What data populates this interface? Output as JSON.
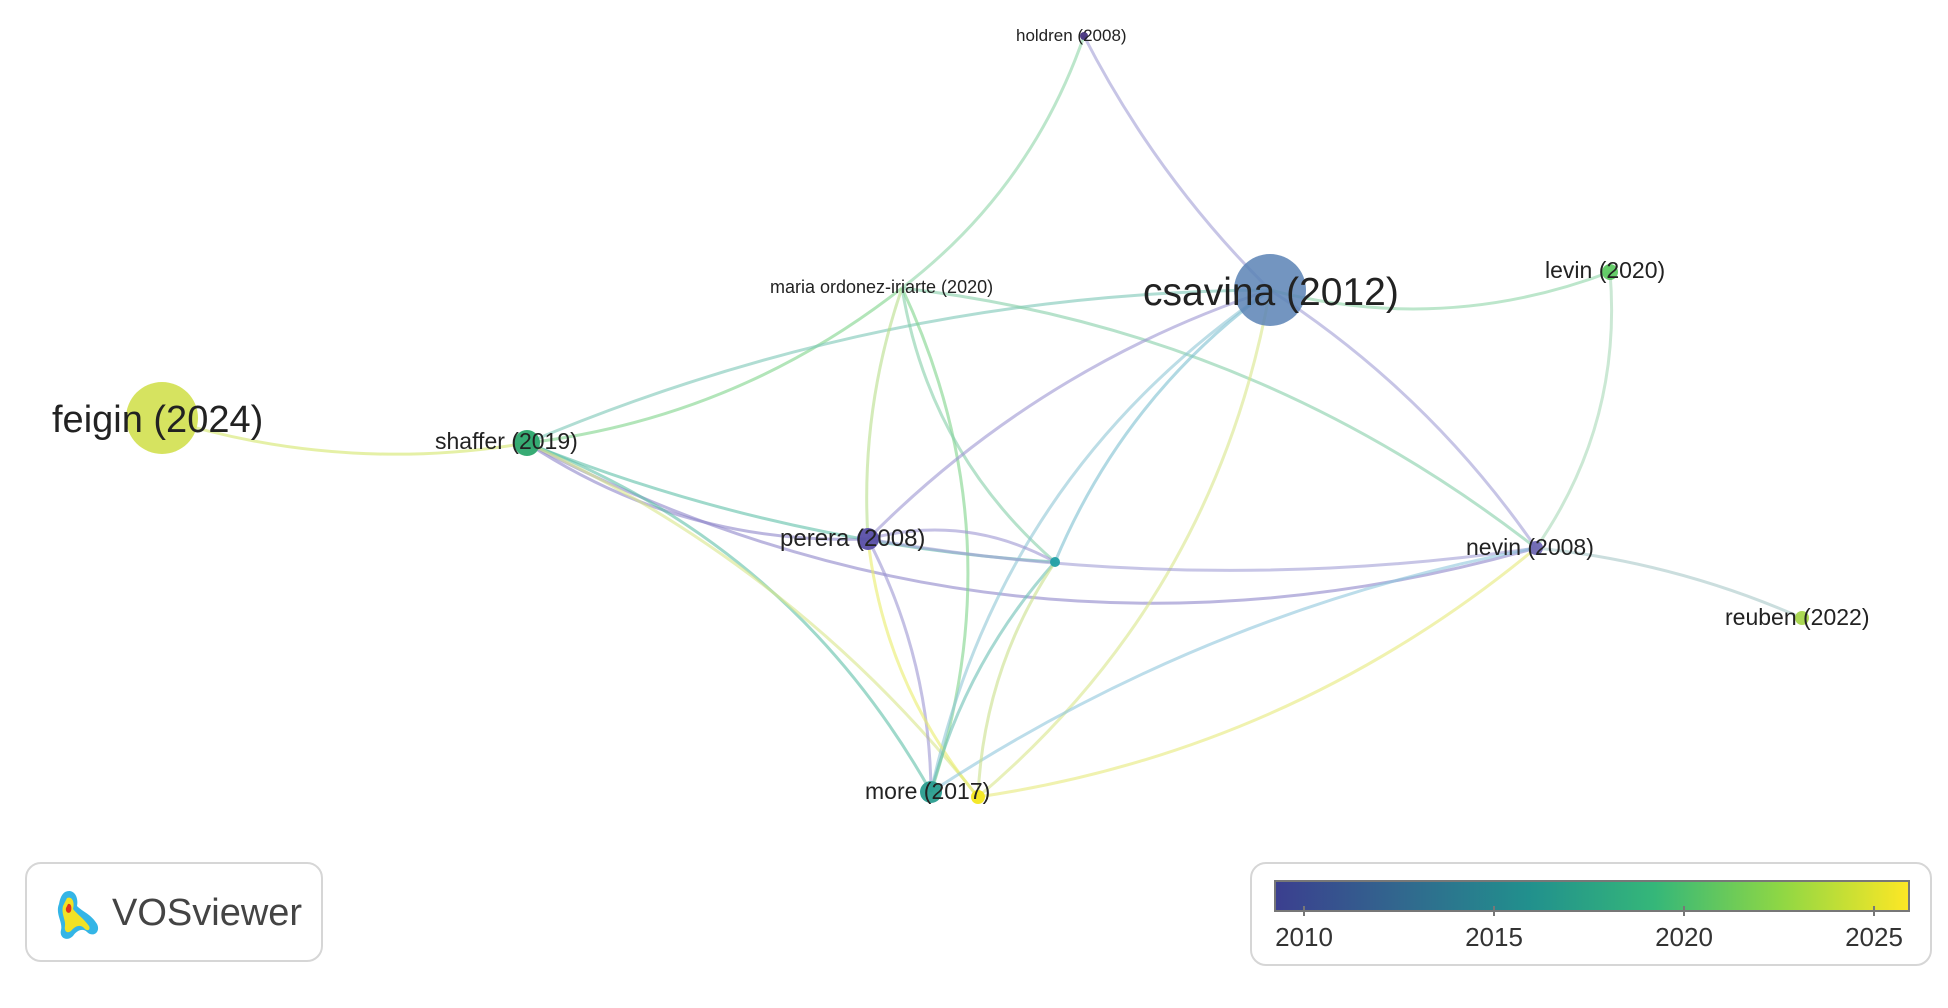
{
  "nodes": [
    {
      "id": "holdren",
      "label": "holdren (2008)",
      "year": 2008,
      "color": "#46337e"
    },
    {
      "id": "csavina",
      "label": "csavina (2012)",
      "year": 2012,
      "color": "#5b82b5"
    },
    {
      "id": "maria",
      "label": "maria ordonez-iriarte (2020)",
      "year": 2020,
      "color": "#5ec962"
    },
    {
      "id": "levin",
      "label": "levin (2020)",
      "year": 2020,
      "color": "#5ec962"
    },
    {
      "id": "feigin",
      "label": "feigin (2024)",
      "year": 2024,
      "color": "#d4e157"
    },
    {
      "id": "shaffer",
      "label": "shaffer (2019)",
      "year": 2019,
      "color": "#2ca66d"
    },
    {
      "id": "perera",
      "label": "perera (2008)",
      "year": 2008,
      "color": "#5a4fa8"
    },
    {
      "id": "hub",
      "label": "",
      "year": 2015,
      "color": "#21a0a5"
    },
    {
      "id": "nevin",
      "label": "nevin (2008)",
      "year": 2008,
      "color": "#6f67b3"
    },
    {
      "id": "reuben",
      "label": "reuben (2022)",
      "year": 2022,
      "color": "#a6d64b"
    },
    {
      "id": "more",
      "label": "more (2017)",
      "year": 2017,
      "color": "#2a9d8f"
    },
    {
      "id": "more2",
      "label": "",
      "year": 2025,
      "color": "#f3e71f"
    }
  ],
  "links": [
    {
      "source": "feigin",
      "target": "shaffer",
      "color": "#d4e66a"
    },
    {
      "source": "shaffer",
      "target": "maria",
      "color": "#7fd38a"
    },
    {
      "source": "shaffer",
      "target": "csavina",
      "color": "#7cc6b5"
    },
    {
      "source": "shaffer",
      "target": "perera",
      "color": "#8e86c9"
    },
    {
      "source": "shaffer",
      "target": "nevin",
      "color": "#8e86c9"
    },
    {
      "source": "shaffer",
      "target": "more",
      "color": "#5fc0a8"
    },
    {
      "source": "shaffer",
      "target": "hub",
      "color": "#5fc0a8"
    },
    {
      "source": "shaffer",
      "target": "more2",
      "color": "#d8e68a"
    },
    {
      "source": "maria",
      "target": "holdren",
      "color": "#8fd6a8"
    },
    {
      "source": "maria",
      "target": "more",
      "color": "#7fd38a"
    },
    {
      "source": "maria",
      "target": "perera",
      "color": "#b7dd8a"
    },
    {
      "source": "maria",
      "target": "nevin",
      "color": "#86cfa8"
    },
    {
      "source": "maria",
      "target": "hub",
      "color": "#86cfa8"
    },
    {
      "source": "csavina",
      "target": "holdren",
      "color": "#a29ed6"
    },
    {
      "source": "csavina",
      "target": "perera",
      "color": "#9c96d2"
    },
    {
      "source": "csavina",
      "target": "hub",
      "color": "#7dc0d0"
    },
    {
      "source": "csavina",
      "target": "nevin",
      "color": "#a29ed6"
    },
    {
      "source": "csavina",
      "target": "levin",
      "color": "#8fd6a8"
    },
    {
      "source": "csavina",
      "target": "more",
      "color": "#90c6d6"
    },
    {
      "source": "csavina",
      "target": "more2",
      "color": "#d8e68a"
    },
    {
      "source": "perera",
      "target": "nevin",
      "color": "#a29ed6"
    },
    {
      "source": "perera",
      "target": "more",
      "color": "#9c96d2"
    },
    {
      "source": "perera",
      "target": "more2",
      "color": "#e9ec6a"
    },
    {
      "source": "perera",
      "target": "hub",
      "color": "#9c96d2"
    },
    {
      "source": "nevin",
      "target": "more",
      "color": "#8fc7dc"
    },
    {
      "source": "nevin",
      "target": "more2",
      "color": "#e6ea7a"
    },
    {
      "source": "nevin",
      "target": "levin",
      "color": "#a8d8b8"
    },
    {
      "source": "nevin",
      "target": "reuben",
      "color": "#a8c8c8"
    },
    {
      "source": "hub",
      "target": "more",
      "color": "#6cc0b4"
    },
    {
      "source": "hub",
      "target": "more2",
      "color": "#c9df8a"
    }
  ],
  "logo": {
    "text": "VOSviewer"
  },
  "scale": {
    "ticks": [
      "2010",
      "2015",
      "2020",
      "2025"
    ]
  }
}
